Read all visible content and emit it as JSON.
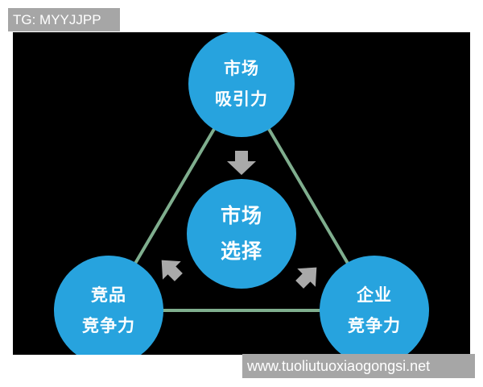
{
  "watermarks": {
    "top_left": "TG: MYYJJPP",
    "bottom_right": "www.tuoliutuoxiaogongsi.net"
  },
  "diagram": {
    "colors": {
      "background": "#000000",
      "node_fill": "#27a3de",
      "node_text": "#ffffff",
      "edge": "#7fae8e",
      "arrow": "#a9a9a9"
    },
    "nodes": {
      "top": {
        "line1": "市场",
        "line2": "吸引力"
      },
      "center": {
        "line1": "市场",
        "line2": "选择"
      },
      "bottom_left": {
        "line1": "竞品",
        "line2": "竞争力"
      },
      "bottom_right": {
        "line1": "企业",
        "line2": "竞争力"
      }
    },
    "edges": [
      {
        "from": "top",
        "to": "bottom_left"
      },
      {
        "from": "top",
        "to": "bottom_right"
      },
      {
        "from": "bottom_left",
        "to": "bottom_right"
      }
    ],
    "arrows": [
      {
        "from": "top",
        "to": "center",
        "icon": "arrow-down-icon"
      },
      {
        "from": "bottom_left",
        "to": "center",
        "icon": "arrow-up-right-icon"
      },
      {
        "from": "bottom_right",
        "to": "center",
        "icon": "arrow-up-left-icon"
      }
    ]
  }
}
